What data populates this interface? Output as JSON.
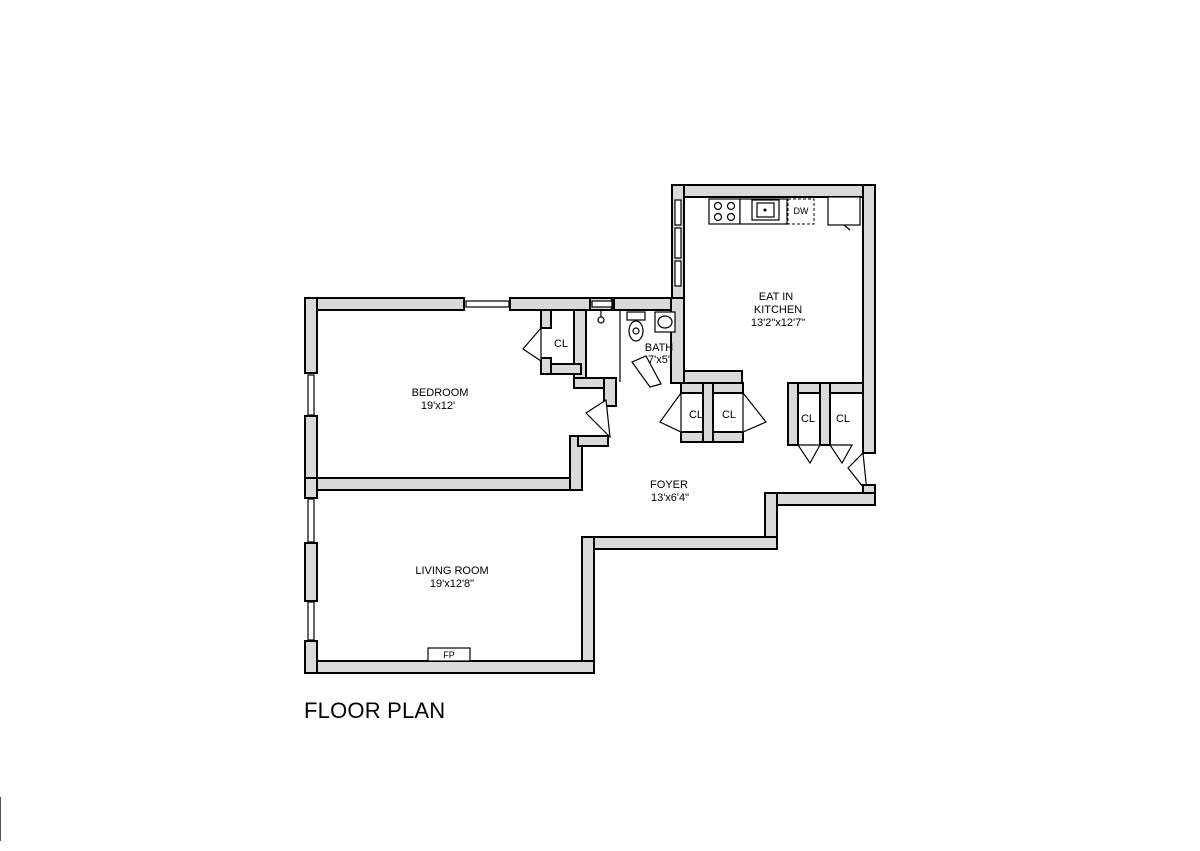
{
  "plan": {
    "caption": "FLOOR PLAN",
    "rooms": {
      "kitchen": {
        "name_line1": "EAT IN",
        "name_line2": "KITCHEN",
        "size": "13'2\"x12'7\""
      },
      "bath": {
        "name": "BATH",
        "size": "7'x5'"
      },
      "bedroom": {
        "name": "BEDROOM",
        "size": "19'x12'"
      },
      "foyer": {
        "name": "FOYER",
        "size": "13'x6'4\""
      },
      "living": {
        "name": "LIVING ROOM",
        "size": "19'x12'8\""
      }
    },
    "closet_label": "CL",
    "dishwasher_label": "DW",
    "fireplace_label": "FP"
  }
}
